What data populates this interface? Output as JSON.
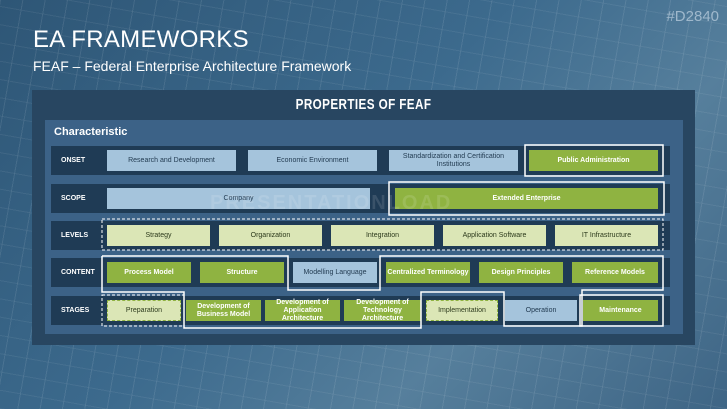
{
  "code": "#D2840",
  "title": "EA FRAMEWORKS",
  "subtitle": "FEAF – Federal Enterprise Architecture Framework",
  "panel_title": "PROPERTIES OF FEAF",
  "characteristic_label": "Characteristic",
  "watermark": "PRESENTATIONLOAD",
  "rows": {
    "onset": {
      "label": "ONSET",
      "cells": [
        "Research and Development",
        "Economic Environment",
        "Standardization and Certification Institutions",
        "Public Administration"
      ]
    },
    "scope": {
      "label": "SCOPE",
      "cells": [
        "Company",
        "Extended Enterprise"
      ]
    },
    "levels": {
      "label": "LEVELS",
      "cells": [
        "Strategy",
        "Organization",
        "Integration",
        "Application Software",
        "IT Infrastructure"
      ]
    },
    "content": {
      "label": "CONTENT",
      "cells": [
        "Process Model",
        "Structure",
        "Modelling Language",
        "Centralized Terminology",
        "Design Principles",
        "Reference Models"
      ]
    },
    "stages": {
      "label": "STAGES",
      "cells": [
        "Preparation",
        "Development of Business Model",
        "Development of Application Architecture",
        "Development of Technology Architecture",
        "Implementation",
        "Operation",
        "Maintenance"
      ]
    }
  },
  "colors": {
    "accent_green": "#8fb341",
    "light_blue": "#a5c4dc",
    "panel": "#284661",
    "row": "#1f3b55"
  }
}
